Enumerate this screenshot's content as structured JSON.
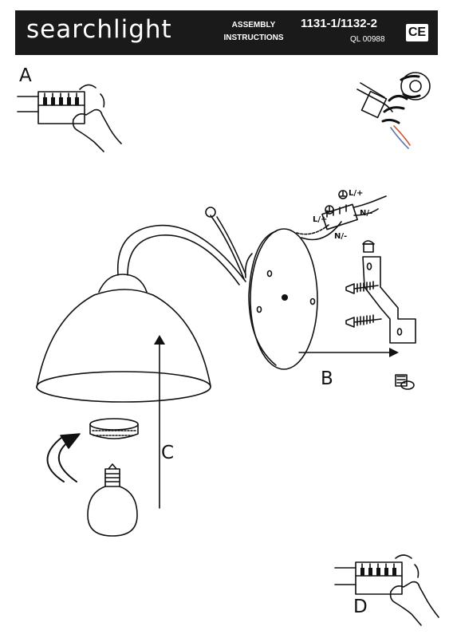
{
  "header": {
    "brand": "searchlight",
    "doc_type_line1": "ASSEMBLY",
    "doc_type_line2": "INSTRUCTIONS",
    "model": "1131-1/1132-2",
    "code": "QL 00988",
    "mark": "CE"
  },
  "steps": {
    "a": "A",
    "b": "B",
    "c": "C",
    "d": "D"
  },
  "wire_labels": {
    "live_top": "L/+",
    "neutral_top": "N/-",
    "live_mid": "L/+",
    "neutral_bottom": "N/-"
  },
  "icons": {
    "earth": "earth-ground-icon",
    "rotate": "rotate-arrow-icon"
  }
}
